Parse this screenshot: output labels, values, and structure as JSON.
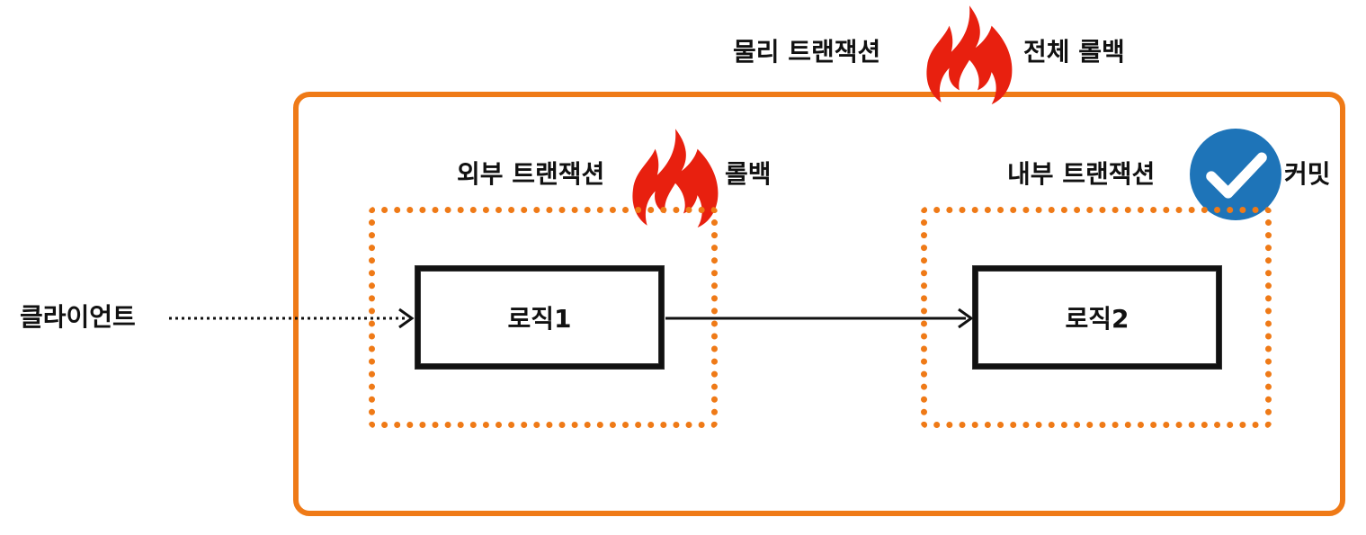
{
  "physical_transaction": {
    "label": "물리 트랜잭션",
    "result": "전체 롤백"
  },
  "outer_transaction": {
    "label": "외부 트랜잭션",
    "result": "롤백"
  },
  "inner_transaction": {
    "label": "내부 트랜잭션",
    "result": "커밋"
  },
  "client": {
    "label": "클라이언트"
  },
  "logic1": {
    "label": "로직1"
  },
  "logic2": {
    "label": "로직2"
  },
  "icons": {
    "rollback": "fire-icon",
    "commit": "checkmark-icon"
  },
  "colors": {
    "transaction_border": "#ef7a17",
    "fire": "#e8200f",
    "check": "#1e74b8",
    "text": "#111111"
  }
}
